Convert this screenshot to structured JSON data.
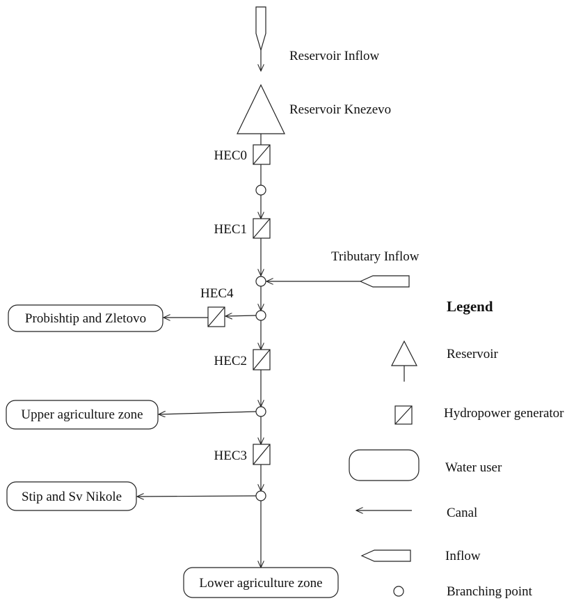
{
  "inflows": {
    "reservoir_inflow": "Reservoir Inflow",
    "tributary_inflow": "Tributary Inflow"
  },
  "reservoir": {
    "name": "Reservoir Knezevo"
  },
  "generators": {
    "hec0": "HEC0",
    "hec1": "HEC1",
    "hec2": "HEC2",
    "hec3": "HEC3",
    "hec4": "HEC4"
  },
  "water_users": {
    "probishtip": "Probishtip and Zletovo",
    "upper_agri": "Upper agriculture zone",
    "stip": "Stip and Sv Nikole",
    "lower_agri": "Lower agriculture zone"
  },
  "legend": {
    "title": "Legend",
    "reservoir": "Reservoir",
    "hydropower": "Hydropower generator",
    "water_user": "Water user",
    "canal": "Canal",
    "inflow": "Inflow",
    "branching": "Branching point"
  }
}
